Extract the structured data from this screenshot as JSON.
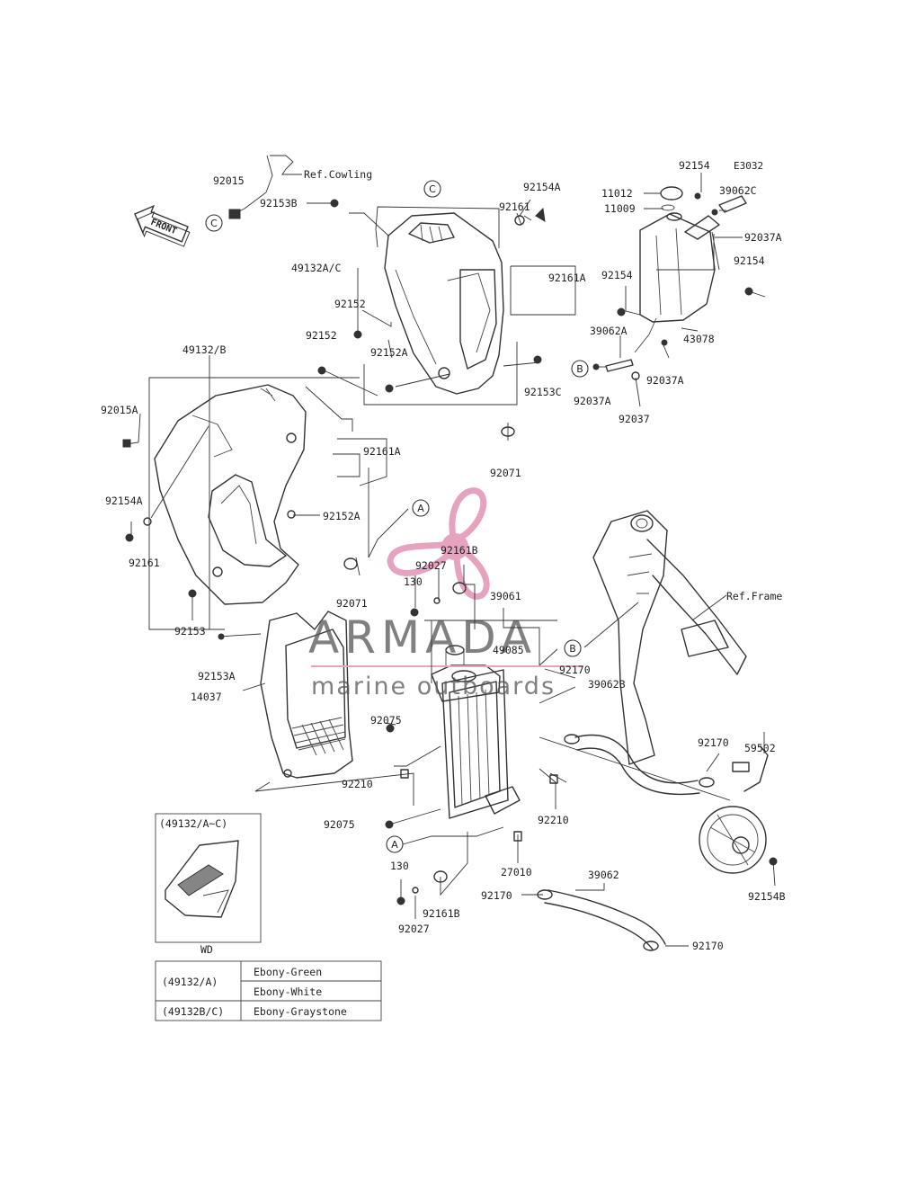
{
  "header": {
    "code": "E3032"
  },
  "front_badge": "FRONT",
  "refs": {
    "cowling": "Ref.Cowling",
    "frame": "Ref.Frame"
  },
  "callouts": [
    "C",
    "C",
    "A",
    "A",
    "B",
    "B"
  ],
  "labels": [
    "92015",
    "92153B",
    "49132A/C",
    "92152",
    "92152",
    "92152A",
    "92154A",
    "92161",
    "92161A",
    "92153C",
    "92071",
    "92154",
    "11012",
    "11009",
    "39062C",
    "92037A",
    "92154",
    "92154",
    "39062A",
    "43078",
    "92037A",
    "92037A",
    "92037",
    "49132/B",
    "92015A",
    "92161A",
    "92154A",
    "92161",
    "92152A",
    "92071",
    "92153",
    "92153A",
    "14037",
    "92161B",
    "92027",
    "130",
    "39061",
    "49085",
    "92170",
    "39062B",
    "Ref.Frame",
    "92075",
    "92210",
    "92075",
    "92210",
    "27010",
    "130",
    "92027",
    "92161B",
    "92170",
    "39062",
    "92170",
    "92170",
    "59502",
    "92154B",
    "Ref.Cowling"
  ],
  "inset": {
    "title": "(49132/A~C)",
    "caption": "WD"
  },
  "color_table": [
    {
      "part": "(49132/A)",
      "color": "Ebony-Green"
    },
    {
      "part": "",
      "color": "Ebony-White"
    },
    {
      "part": "(49132B/C)",
      "color": "Ebony-Graystone"
    }
  ],
  "watermark": {
    "brand": "ARMADA",
    "tagline": "marine outboards",
    "accent": "#e6a3c0"
  }
}
